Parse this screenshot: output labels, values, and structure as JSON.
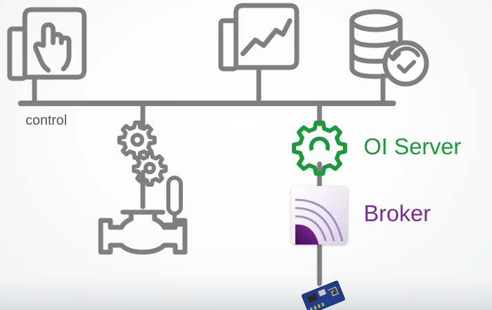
{
  "labels": {
    "control": "control",
    "oi_server": "OI Server",
    "broker": "Broker"
  },
  "colors": {
    "line_gray": "#7f7f7f",
    "oi_server_green": "#1a9a3a",
    "broker_purple": "#7b2d8b"
  },
  "icons": [
    "touch-panel-icon",
    "trend-monitor-icon",
    "database-sync-icon",
    "gears-icon",
    "valve-icon",
    "sensor-icon",
    "oi-server-gear-icon",
    "broker-app-icon",
    "microcontroller-board-icon"
  ]
}
